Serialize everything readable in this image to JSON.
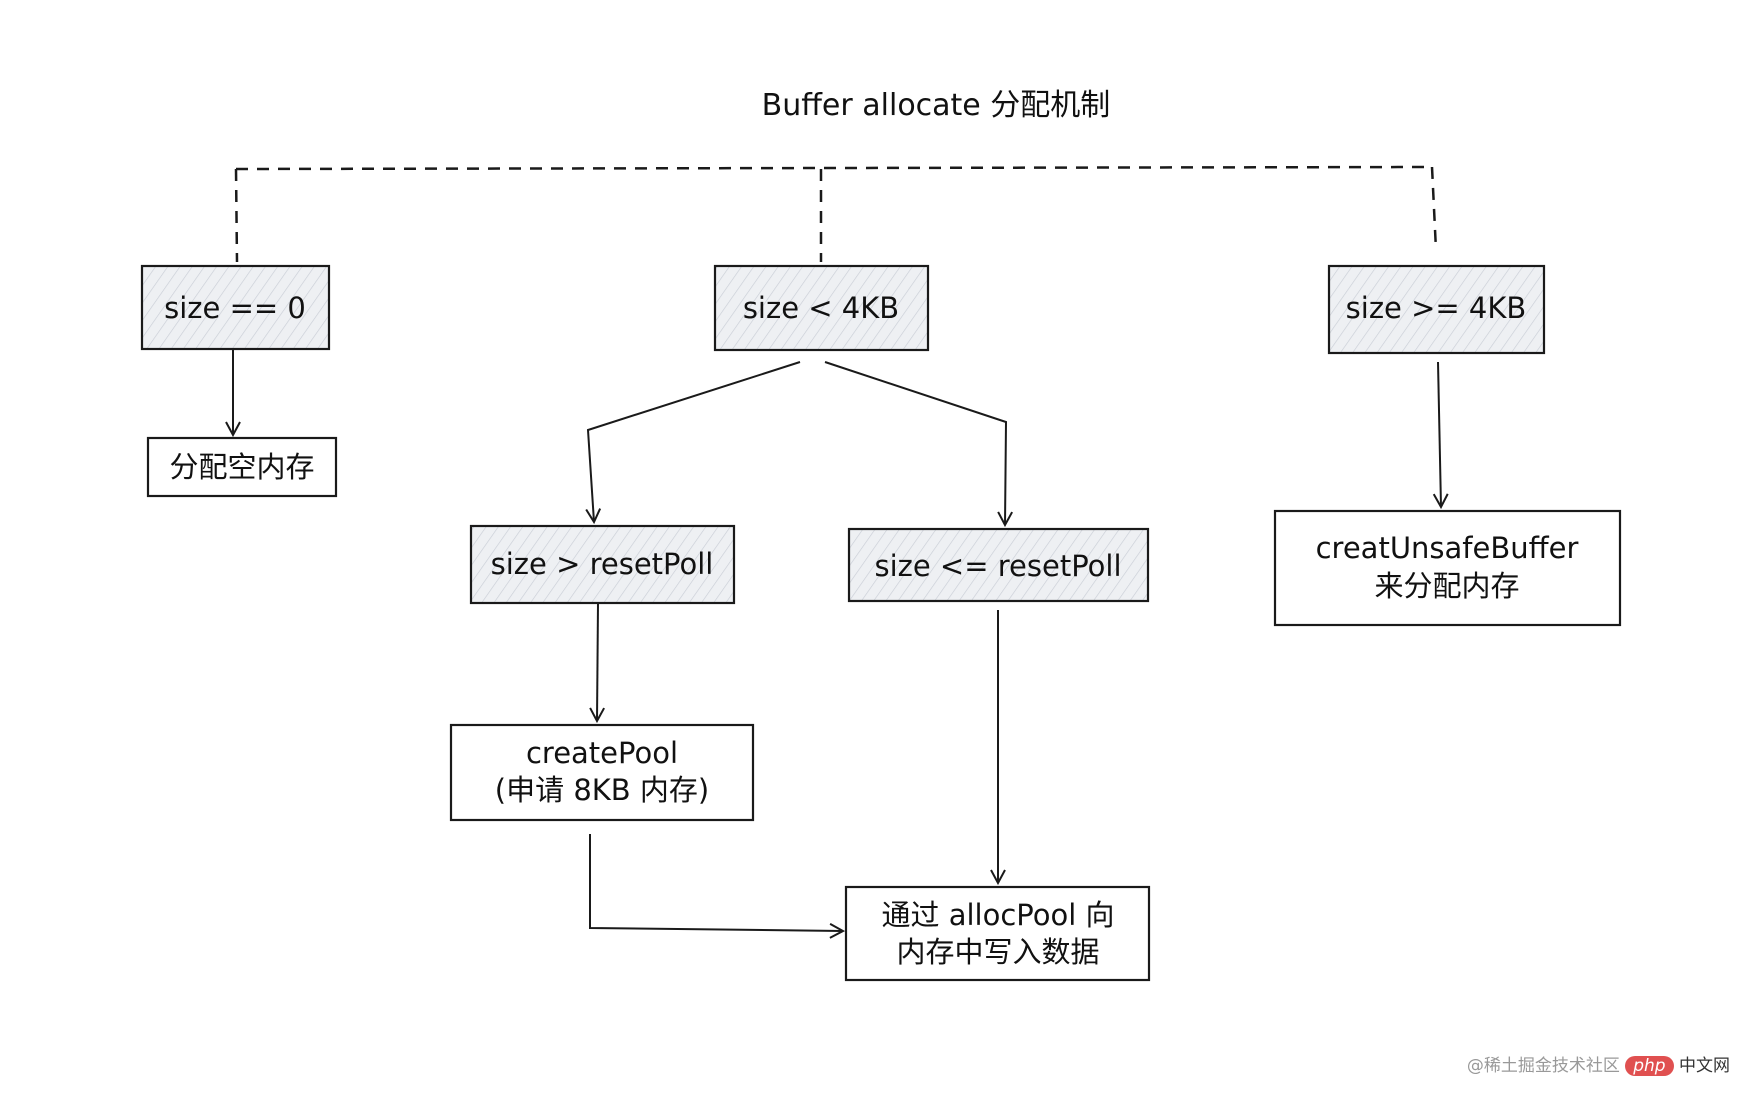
{
  "title": "Buffer allocate 分配机制",
  "nodes": {
    "size_zero": "size == 0",
    "size_lt_4kb": "size < 4KB",
    "size_ge_4kb": "size >= 4KB",
    "alloc_empty": "分配空内存",
    "size_gt_pool": "size > resetPoll",
    "size_le_pool": "size <= resetPoll",
    "unsafe_line1": "creatUnsafeBuffer",
    "unsafe_line2": "来分配内存",
    "createpool_line1": "createPool",
    "createpool_line2": "(申请 8KB 内存)",
    "allocpool_line1": "通过 allocPool 向",
    "allocpool_line2": "内存中写入数据"
  },
  "colors": {
    "hatch_fill": "#e3e6ea",
    "stroke": "#1a1a1a"
  },
  "watermark": {
    "text": "@稀土掘金技术社区",
    "php": "php",
    "cn": "中文网"
  }
}
